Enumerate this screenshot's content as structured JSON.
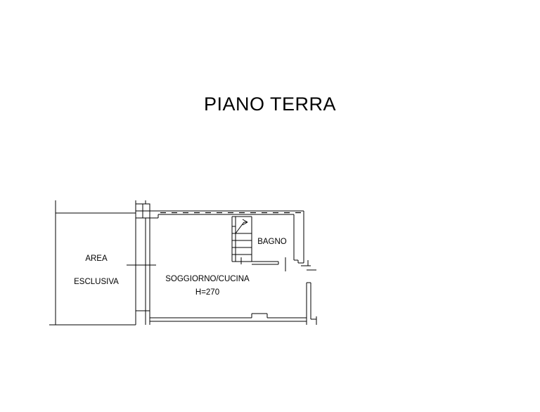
{
  "title": "PIANO TERRA",
  "rooms": {
    "area_line1": "AREA",
    "area_line2": "ESCLUSIVA",
    "living": "SOGGIORNO/CUCINA",
    "living_height": "H=270",
    "bath": "BAGNO"
  },
  "colors": {
    "line": "#000000",
    "background": "#ffffff"
  }
}
